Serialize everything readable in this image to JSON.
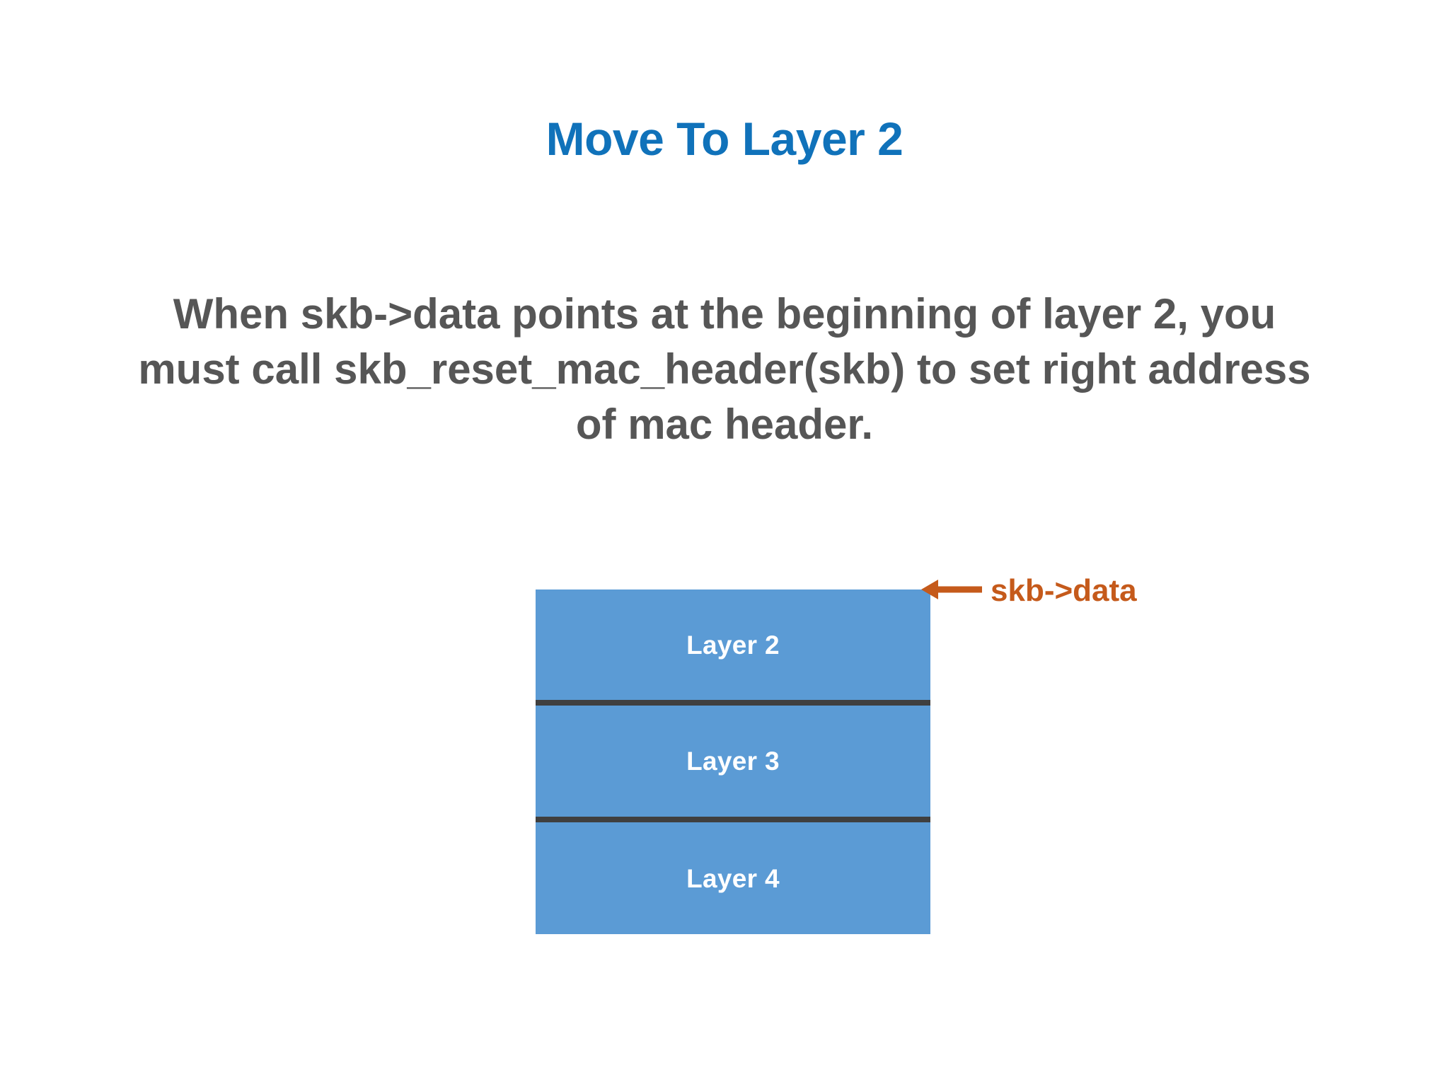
{
  "slide": {
    "title": "Move To Layer 2",
    "title_color": "#1072BA",
    "background_color": "#FFFFFF",
    "body_text": "When skb->data points at the beginning of layer 2, you must call skb_reset_mac_header(skb) to set right address of mac header.",
    "body_color": "#565656"
  },
  "diagram": {
    "box_fill_color": "#5B9BD5",
    "divider_color": "#3F3F3F",
    "label_color": "#FFFFFF",
    "layers": [
      {
        "label": "Layer 2"
      },
      {
        "label": "Layer 3"
      },
      {
        "label": "Layer 4"
      }
    ]
  },
  "annotation": {
    "label": "skb->data",
    "color": "#C55A1B",
    "arrow_direction": "left"
  }
}
